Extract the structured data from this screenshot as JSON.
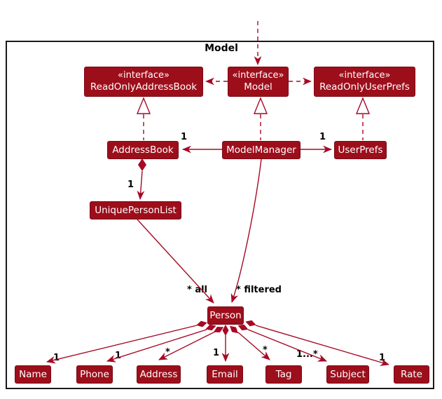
{
  "frame": {
    "title": "Model"
  },
  "nodes": {
    "readonly_address_book": {
      "stereotype": "«interface»",
      "label": "ReadOnlyAddressBook"
    },
    "model_interface": {
      "stereotype": "«interface»",
      "label": "Model"
    },
    "readonly_user_prefs": {
      "stereotype": "«interface»",
      "label": "ReadOnlyUserPrefs"
    },
    "address_book": {
      "label": "AddressBook"
    },
    "model_manager": {
      "label": "ModelManager"
    },
    "user_prefs": {
      "label": "UserPrefs"
    },
    "unique_person_list": {
      "label": "UniquePersonList"
    },
    "person": {
      "label": "Person"
    },
    "name": {
      "label": "Name"
    },
    "phone": {
      "label": "Phone"
    },
    "address": {
      "label": "Address"
    },
    "email": {
      "label": "Email"
    },
    "tag": {
      "label": "Tag"
    },
    "subject": {
      "label": "Subject"
    },
    "rate": {
      "label": "Rate"
    }
  },
  "edge_labels": {
    "modelmanager_addressbook": "1",
    "modelmanager_userprefs": "1",
    "addressbook_uniquepersonlist": "1",
    "uniquepersonlist_person": "* all",
    "modelmanager_person": "* filtered",
    "person_name": "1",
    "person_phone": "1",
    "person_address": "*",
    "person_email": "1",
    "person_tag": "*",
    "person_subject": "1...*",
    "person_rate": "1"
  },
  "colors": {
    "node_fill": "#9D0E1B",
    "node_border": "#7A0916",
    "edge": "#A60924",
    "frame_border": "#1A1A1A",
    "node_text": "#FFFFFF",
    "label_text": "#000000"
  }
}
